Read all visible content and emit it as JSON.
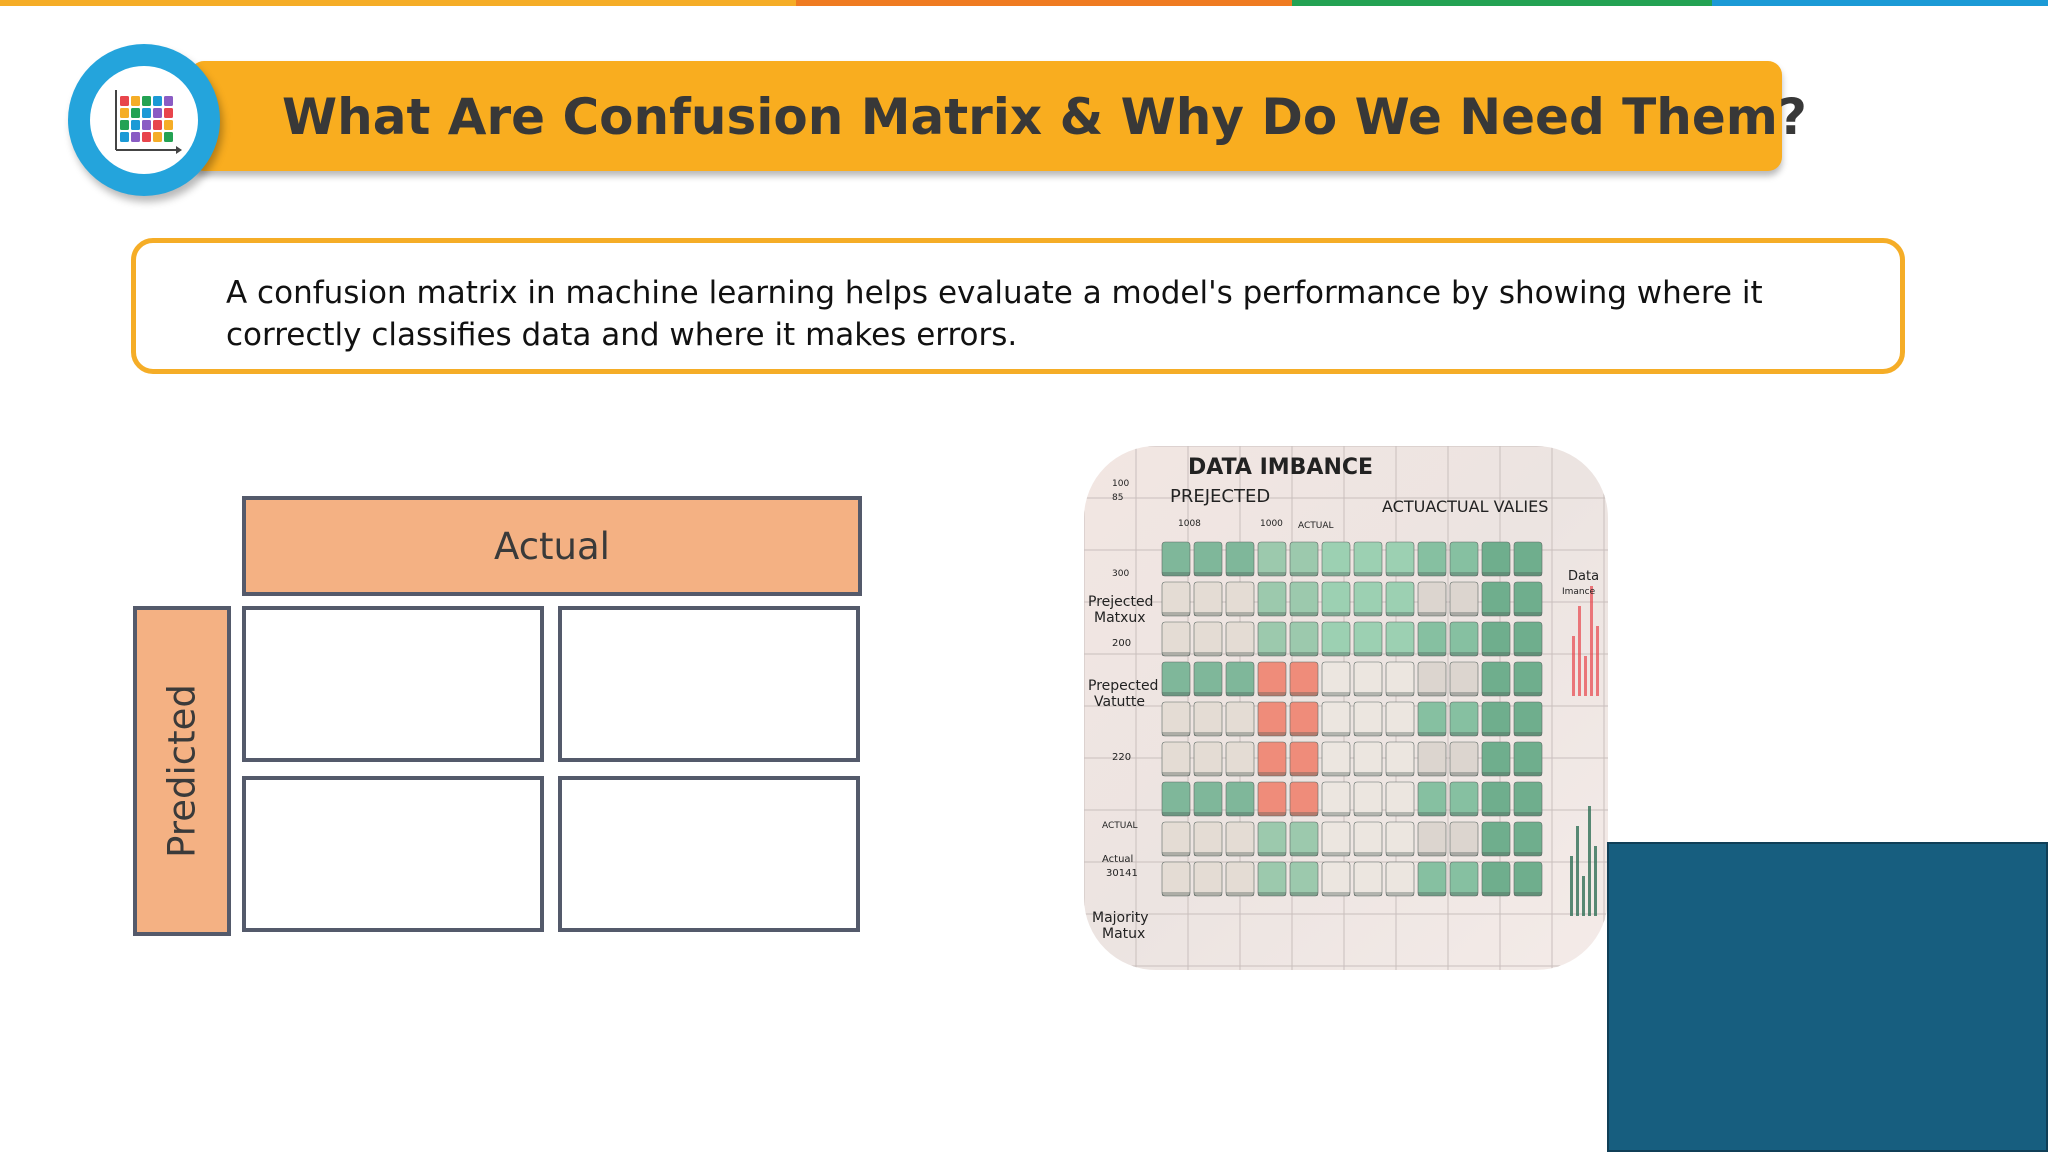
{
  "colors": {
    "top_bar": [
      "#f5ad27",
      "#ef7b21",
      "#23a253",
      "#1b9ad6"
    ],
    "banner": "#f9ad1f",
    "logo_ring": "#24a4dc",
    "desc_border": "#f5ad27",
    "cm_header": "#f4b183",
    "cm_border": "#545a6b",
    "block": "#175e7f"
  },
  "header": {
    "title": "What Are Confusion Matrix & Why Do We Need Them?",
    "logo_icon": "matrix-grid-icon"
  },
  "description": {
    "line1": "A confusion matrix in machine learning helps evaluate a model's performance by showing where it",
    "line2": "correctly classifies data and where it makes errors."
  },
  "matrix_diagram": {
    "column_label": "Actual",
    "row_label": "Predicted"
  },
  "illustration": {
    "title": "DATA IMBANCE",
    "subtitle": "PREJECTED",
    "right_title": "ACTUACTUAL VALIES",
    "side_note_1": "Data",
    "side_note_2": "Imance",
    "top_small_1": "100",
    "top_small_2": "85",
    "top_small_3": "1008",
    "top_small_4": "1000",
    "top_small_5": "ACTUAL",
    "row_label_1a": "Prejected",
    "row_label_1b": "Matxux",
    "row_num_1": "300",
    "row_num_2": "200",
    "row_label_2a": "Prepected",
    "row_label_2b": "Vatutte",
    "row_num_3": "220",
    "row_label_3": "ACTUAL",
    "row_label_4a": "Actual",
    "row_label_4b": "30141",
    "row_label_5a": "Majority",
    "row_label_5b": "Matux"
  }
}
